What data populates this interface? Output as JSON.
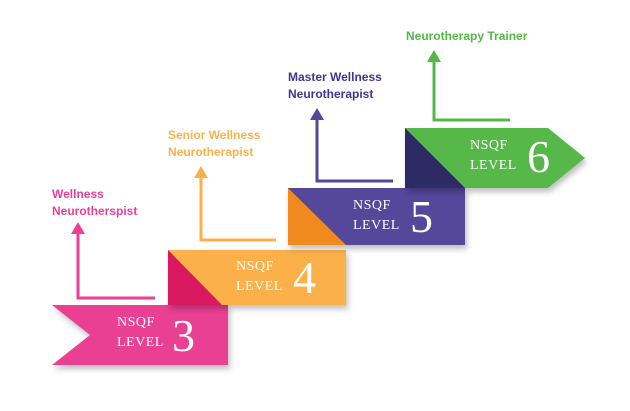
{
  "colors": {
    "level3": "#ea3f94",
    "level3_dark": "#d11f76",
    "level4": "#fbb04a",
    "level4_dark": "#d8185f",
    "level5": "#55479a",
    "level5_dark": "#f08a1f",
    "level6": "#54b848",
    "level6_dark": "#2e2a66",
    "label3": "#ea3f94",
    "label4": "#fbb04a",
    "label5": "#3f3592",
    "label6": "#54b848"
  },
  "steps": [
    {
      "id": "level-3",
      "nsqf": "NSQF",
      "level_word": "LEVEL",
      "level_number": "3",
      "role_lines": [
        "Wellness",
        "Neurotherspist"
      ]
    },
    {
      "id": "level-4",
      "nsqf": "NSQF",
      "level_word": "LEVEL",
      "level_number": "4",
      "role_lines": [
        "Senior Wellness",
        "Neurotherapist"
      ]
    },
    {
      "id": "level-5",
      "nsqf": "NSQF",
      "level_word": "LEVEL",
      "level_number": "5",
      "role_lines": [
        "Master Wellness",
        "Neurotherapist"
      ]
    },
    {
      "id": "level-6",
      "nsqf": "NSQF",
      "level_word": "LEVEL",
      "level_number": "6",
      "role_lines": [
        "Neurotherapy Trainer"
      ]
    }
  ]
}
